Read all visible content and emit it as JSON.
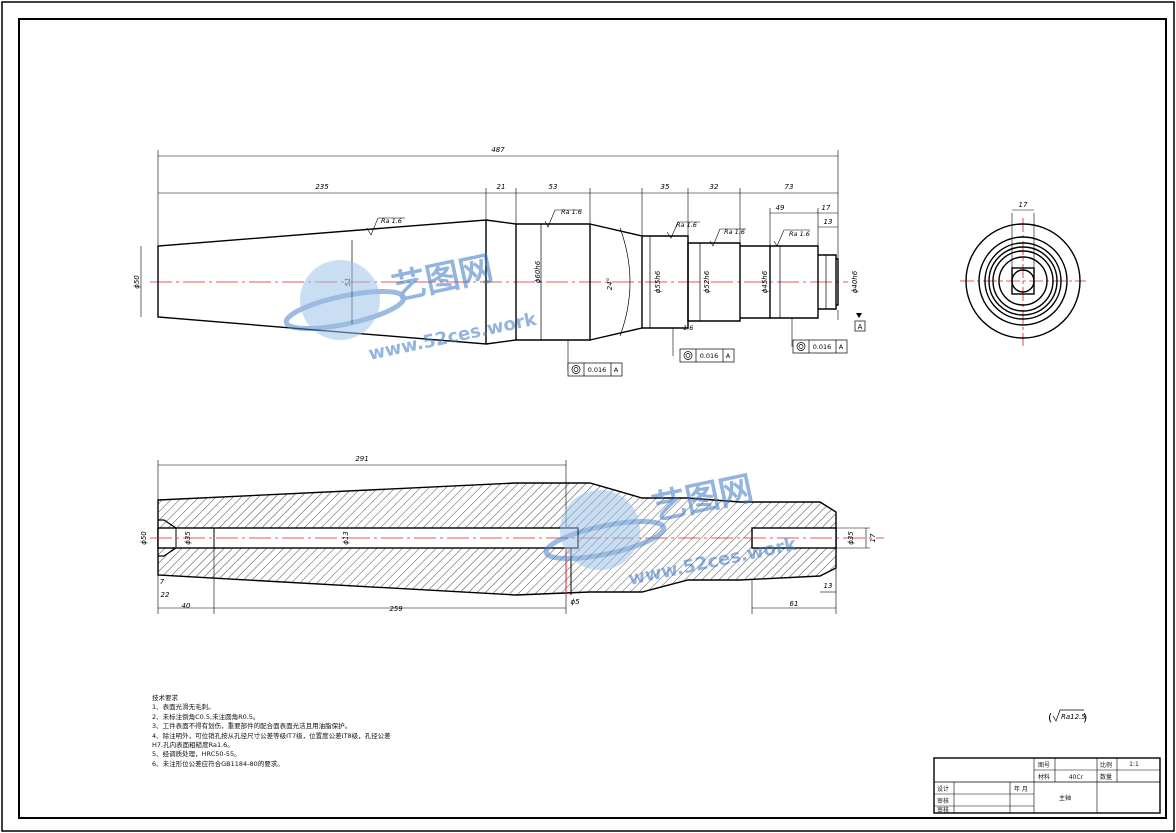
{
  "drawing": {
    "front_view": {
      "overall_length": "487",
      "segments": [
        "235",
        "21",
        "53",
        "35",
        "32",
        "73"
      ],
      "sub_lengths": [
        "49",
        "17",
        "13"
      ],
      "diameters": {
        "d_left": "ϕ50",
        "taper_mid": "51",
        "main": "ϕ60h6",
        "taper_angle": "24°",
        "d3": "ϕ55h6",
        "d4": "ϕ52h6",
        "d5": "ϕ45h6",
        "d6": "ϕ40h6"
      },
      "roughness": [
        "Ra 1.6",
        "Ra 1.6",
        "Ra 1.6",
        "Ra 1.6",
        "Ra 1.6"
      ],
      "chamfer": "1.6",
      "datum": "A",
      "tolerance_frames": [
        {
          "value": "0.016",
          "datum": "A"
        },
        {
          "value": "0.016",
          "datum": "A"
        },
        {
          "value": "0.016",
          "datum": "A"
        }
      ]
    },
    "section_view": {
      "top_length": "291",
      "left_bore": "ϕ50",
      "bore2": "ϕ35",
      "bore_main": "ϕ13",
      "right_bore": "ϕ35",
      "dim_7": "7",
      "dim_22": "22",
      "dim_40": "40",
      "dim_259": "259",
      "dim_5": "ϕ5",
      "dim_13": "13",
      "dim_61": "61",
      "right_height": "17"
    },
    "side_view": {
      "width": "17"
    }
  },
  "notes": {
    "title": "技术要求",
    "items": [
      "1、表面光滑无毛刺。",
      "2、未标注倒角C0.5,未注圆角R0.5。",
      "3、工件表面不得有划伤，重要部件的配合面表面光洁且用油脂保护。",
      "4、除注明外，可位销孔按从孔径尺寸公差等级IT7级，位置度公差IT8级，孔径公差",
      "H7,孔内表面粗糙度Ra1.6。",
      "5、经调质处理，HRC50-55。",
      "6、未注形位公差应符合GB1184-80的要求。"
    ],
    "general_roughness": "Ra12.5"
  },
  "title_block": {
    "scale_label": "比例",
    "scale_value": "1:1",
    "material_label": "材料",
    "material_value": "40Cr",
    "drawing_no_label": "图号",
    "qty_label": "数量",
    "designer_label": "设计",
    "checker_label": "审核",
    "approver_label": "审核",
    "date_label": "年 月",
    "part_name": "主轴"
  },
  "watermark": {
    "brand": "艺图网",
    "url": "www.52ces.work"
  }
}
